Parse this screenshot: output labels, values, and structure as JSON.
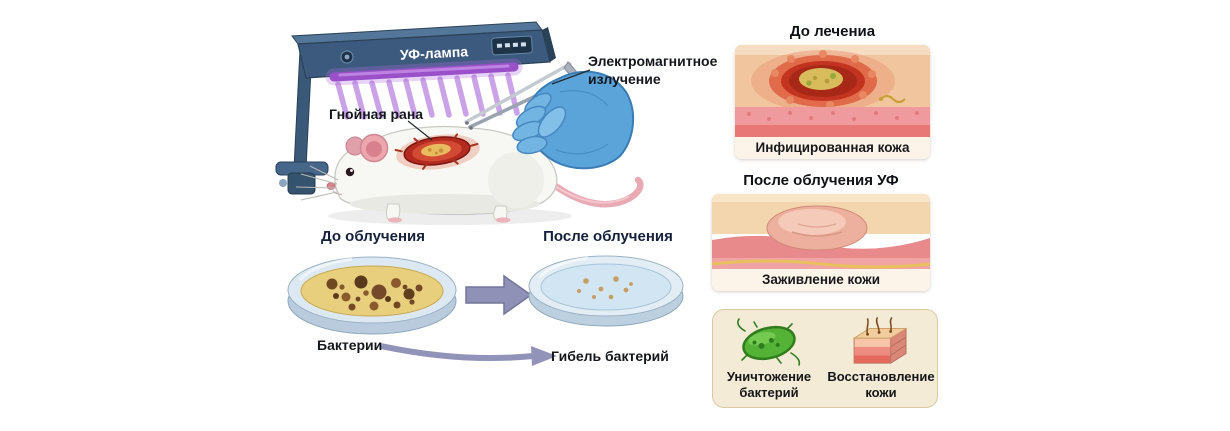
{
  "colors": {
    "title_navy": "#15213c",
    "uv_purple": "#a765d8",
    "glove_blue": "#5ba4da",
    "wound_red": "#b32a20",
    "agar_yellow": "#e7cf7e",
    "arrow_gray": "#8f91b6",
    "legend_bg": "#f3ebd6"
  },
  "experiment": {
    "lamp_label": "УФ-лампа",
    "radiation_label": "Электромагнитное излучение",
    "wound_label": "Гнойная рана"
  },
  "petri": {
    "before_title": "До облучения",
    "after_title": "После облучения",
    "bacteria_label": "Бактерии",
    "death_label": "Гибель бактерий"
  },
  "skin_panels": {
    "before": {
      "title": "До лечениа",
      "caption": "Инфицированная кожа"
    },
    "after": {
      "title": "После облучения УФ",
      "caption": "Заживление кожи"
    }
  },
  "legend": {
    "bacteria_label": "Уничтожение бактерий",
    "skin_label": "Восстановление кожи"
  }
}
